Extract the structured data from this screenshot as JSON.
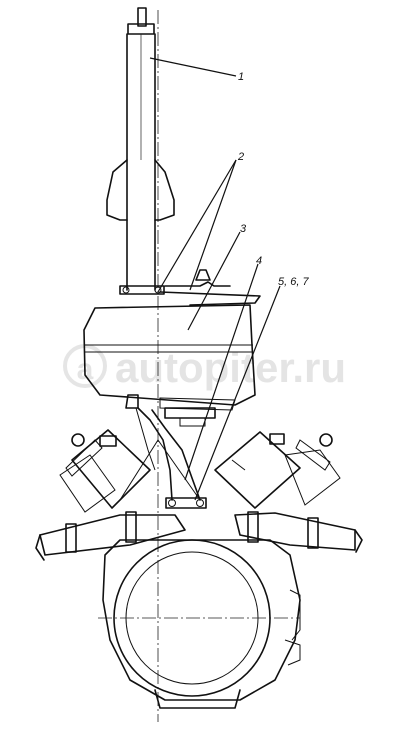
{
  "callouts": {
    "c1": "1",
    "c2": "2",
    "c3": "3",
    "c4": "4",
    "c567": "5, 6, 7"
  },
  "watermark": {
    "text": "autopiter.ru"
  }
}
